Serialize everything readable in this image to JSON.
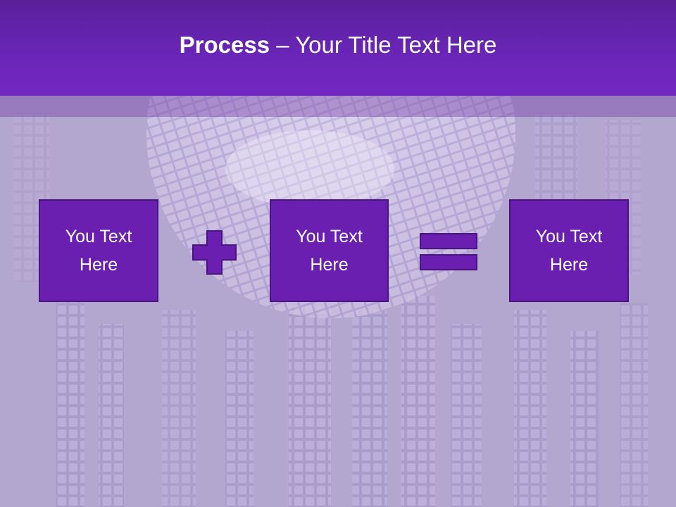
{
  "slide": {
    "title_bold": "Process",
    "title_rest": " – Your Title Text Here",
    "boxes": [
      {
        "label": "You Text Here"
      },
      {
        "label": "You Text Here"
      },
      {
        "label": "You Text Here"
      }
    ],
    "operators": [
      "plus-icon",
      "equals-icon"
    ],
    "colors": {
      "title_bar": "#6a26b8",
      "box_fill": "#6a1fb0",
      "box_border": "#4a1480",
      "operator_fill": "#6a1fb0",
      "background": "#b3a6cf"
    },
    "background_image": "disco-ball-mosaic"
  }
}
